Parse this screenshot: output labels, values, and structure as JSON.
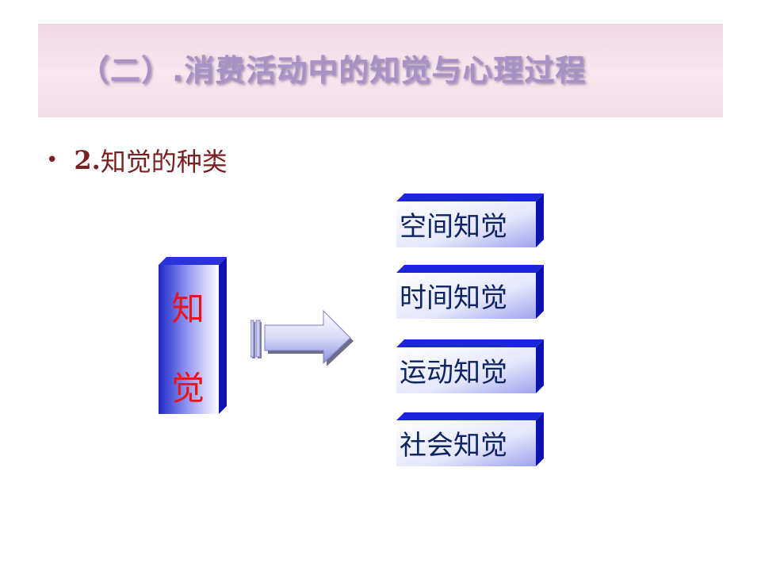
{
  "slide": {
    "title": "（二）.消费活动中的知觉与心理过程",
    "bullet": {
      "dot": "•",
      "number": "2.",
      "text": "知觉的种类"
    },
    "main_box": {
      "char_1": "知",
      "char_2": "觉"
    },
    "categories": [
      {
        "label": "空间知觉"
      },
      {
        "label": "时间知觉"
      },
      {
        "label": "运动知觉"
      },
      {
        "label": "社会知觉"
      }
    ],
    "colors": {
      "title_band": "#f3dde7",
      "title_text": "#a792c6",
      "bullet_text": "#7a1f1f",
      "box_blue": "#1a22d8",
      "main_char": "#e8141b",
      "category_text": "#0d2463"
    }
  }
}
